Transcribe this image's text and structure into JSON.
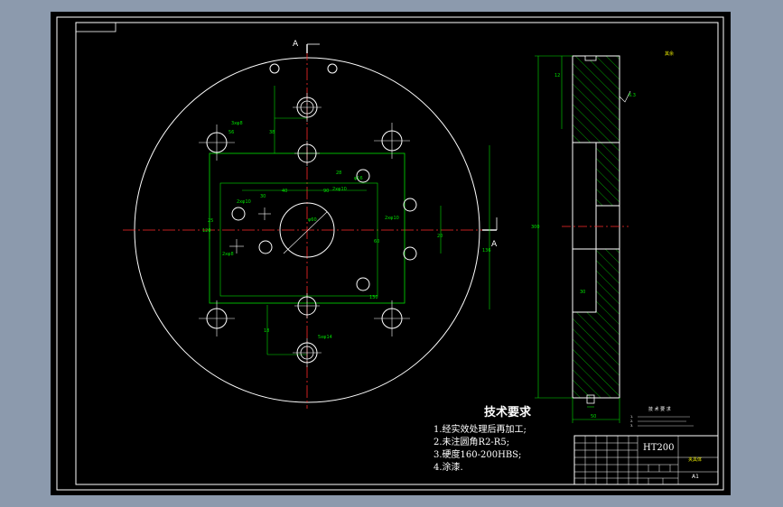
{
  "colors": {
    "background": "#000000",
    "frame": "#8c9aad",
    "geometry": "#ffffff",
    "dimension": "#00e000",
    "centerline": "#ff2a2a",
    "hatch": "#00c000",
    "note_title": "#ffffff",
    "yellow_note": "#e6e600"
  },
  "section": {
    "marker_top": "A",
    "marker_right": "A"
  },
  "dimensions": {
    "d1": "38",
    "d2": "56",
    "d3": "2xφ10",
    "d4": "30",
    "d5": "40",
    "d6": "90",
    "d7": "2xφ10",
    "d8": "2xφ10",
    "d9": "φ60",
    "d10": "136",
    "d11": "5xφ14",
    "d12": "120",
    "d13": "60",
    "d14": "130",
    "d15": "2xφ8",
    "d16": "3xφ8",
    "d17": "25",
    "d18": "20",
    "d19": "18",
    "d20": "28",
    "d21": "φ16",
    "side_top": "6.3",
    "side_height": "300",
    "side_width": "50",
    "side_mid": "30",
    "side_small": "12",
    "roughness": "其余"
  },
  "tech_notes": {
    "title": "技术要求",
    "items": [
      "1.经实效处理后再加工;",
      "2.未注圆角R2-R5;",
      "3.硬度160-200HBS;",
      "4.涂漆."
    ]
  },
  "small_notes": {
    "title": "技 术 要 求",
    "items": [
      "1.",
      "2.",
      "3."
    ]
  },
  "title_block": {
    "material": "HT200",
    "part_name": "夹具体",
    "sheet_size": "A1"
  }
}
